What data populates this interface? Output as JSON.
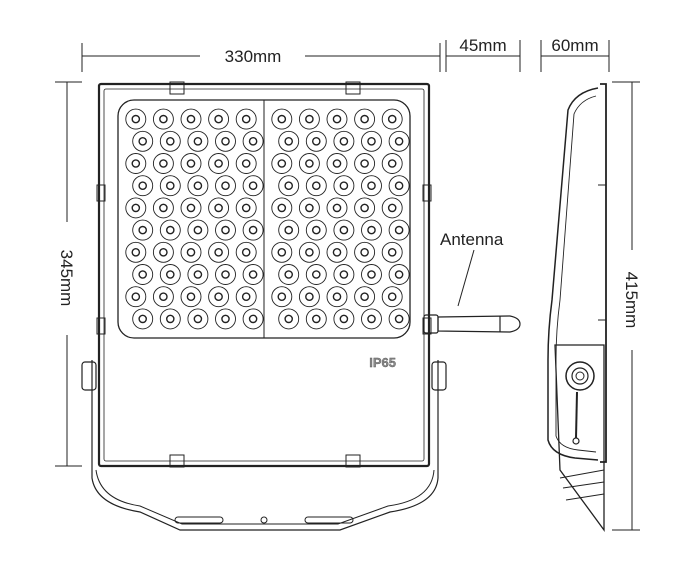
{
  "dimensions": {
    "width": "330mm",
    "depth_front": "45mm",
    "depth_side": "60mm",
    "height_body": "345mm",
    "height_total": "415mm"
  },
  "labels": {
    "antenna": "Antenna",
    "rating": "IP65"
  },
  "led_grid": {
    "panels": 2,
    "columns_per_panel": 5,
    "rows": 10
  },
  "colors": {
    "line": "#222222",
    "badge": "#8a8a8a"
  }
}
